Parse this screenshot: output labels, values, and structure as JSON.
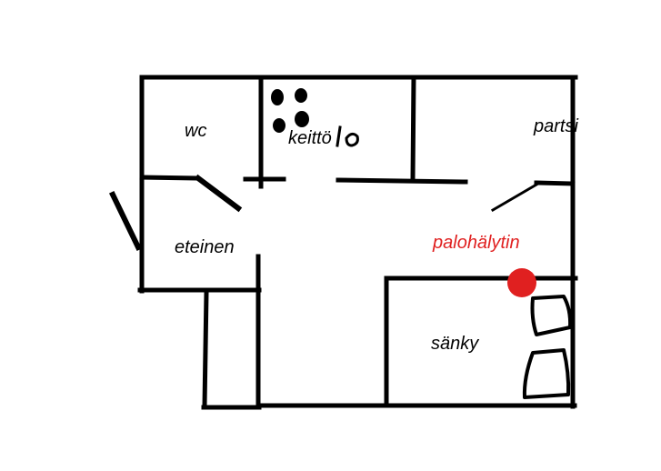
{
  "rooms": {
    "wc": "wc",
    "kitchen": "keittö",
    "balcony": "partsi",
    "hallway": "eteinen",
    "bed": "sänky"
  },
  "alarm": {
    "label": "palohälytin",
    "color": "#e02020"
  },
  "colors": {
    "wall": "#000000"
  }
}
